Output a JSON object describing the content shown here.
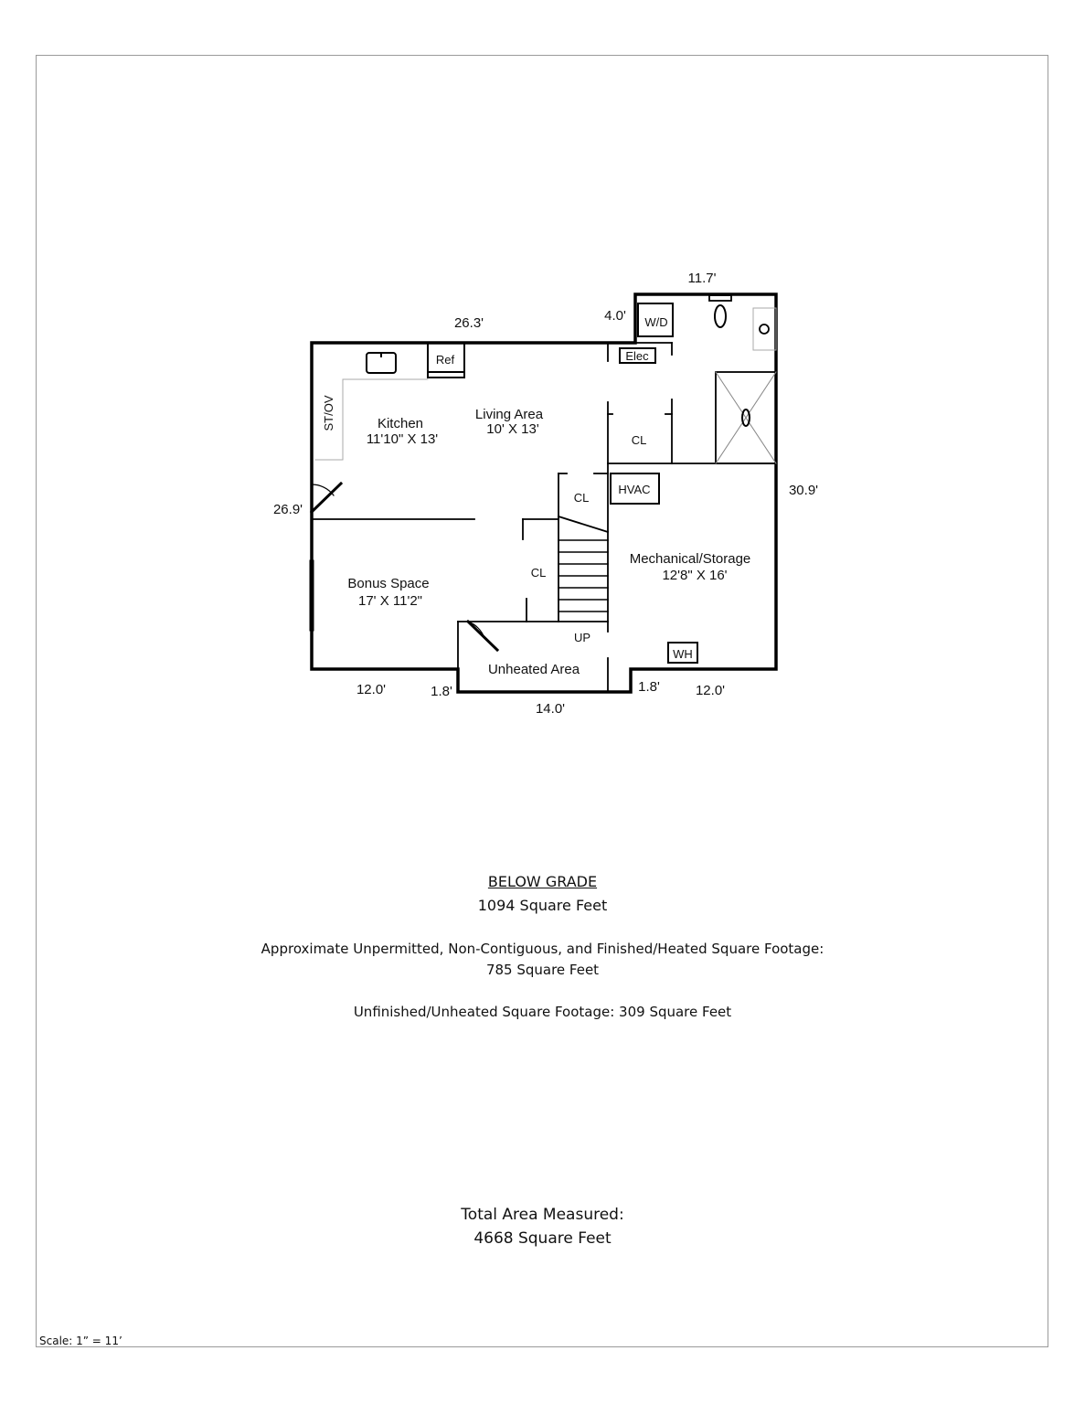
{
  "floor_plan": {
    "rooms": [
      {
        "name": "Kitchen",
        "size": "11'10\" X 13'"
      },
      {
        "name": "Living Area",
        "size": "10' X 13'"
      },
      {
        "name": "Bonus Space",
        "size": "17' X 11'2\""
      },
      {
        "name": "Mechanical/Storage",
        "size": "12'8\" X 16'"
      },
      {
        "name": "Unheated Area",
        "size": ""
      }
    ],
    "labels": {
      "st_ov": "ST/OV",
      "ref": "Ref",
      "wd": "W/D",
      "elec": "Elec",
      "hvac": "HVAC",
      "wh": "WH",
      "cl_upper": "CL",
      "cl_stair_top": "CL",
      "cl_stair_side": "CL",
      "up": "UP"
    },
    "dimensions": {
      "top_main": "26.3'",
      "top_bath": "11.7'",
      "bath_step": "4.0'",
      "left": "26.9'",
      "right": "30.9'",
      "bottom_left": "12.0'",
      "bottom_left_step": "1.8'",
      "bottom_center": "14.0'",
      "bottom_right_step": "1.8'",
      "bottom_right": "12.0'"
    }
  },
  "summary": {
    "grade_title": "BELOW GRADE",
    "grade_area": "1094 Square Feet",
    "finished_label": "Approximate Unpermitted, Non-Contiguous, and Finished/Heated Square Footage:",
    "finished_area": "785 Square Feet",
    "unfinished_line": "Unfinished/Unheated Square Footage: 309 Square Feet",
    "total_label": "Total Area Measured:",
    "total_area": "4668 Square Feet"
  },
  "scale": "Scale: 1” = 11’"
}
